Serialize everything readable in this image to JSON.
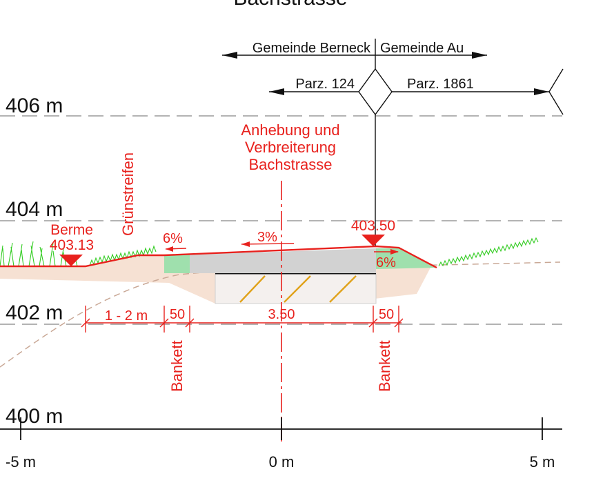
{
  "title": "Bachstrasse",
  "elevation_labels": [
    "406 m",
    "404 m",
    "402 m",
    "400 m"
  ],
  "x_axis_labels": [
    "-5 m",
    "0 m",
    "5 m"
  ],
  "boundaries": {
    "municipality_left": "Gemeinde Berneck",
    "municipality_right": "Gemeinde Au",
    "parcel_left": "Parz. 124",
    "parcel_right": "Parz. 1861"
  },
  "project_label": [
    "Anhebung und",
    "Verbreiterung",
    "Bachstrasse"
  ],
  "annotations": {
    "gruenstreifen": "Grünstreifen",
    "berme": "Berme",
    "berme_elevation": "403.13",
    "road_elevation": "403.50",
    "slope_left": "6%",
    "slope_road": "3%",
    "slope_right": "6%",
    "bankett_left": "Bankett",
    "bankett_right": "Bankett"
  },
  "dimensions": {
    "greenstrip_width": "1 - 2 m",
    "bankett_left_width": "50",
    "road_width": "3.50",
    "bankett_right_width": "50"
  },
  "colors": {
    "design_red": "#e8211d",
    "ground_fill": "#f6e1d3",
    "road_fill": "#d2d2d2",
    "bankett_fill": "#9fe0ad",
    "grass": "#33cc22",
    "subbase_hatch": "#e0a21a",
    "grid_dash": "#9a9a9a"
  }
}
